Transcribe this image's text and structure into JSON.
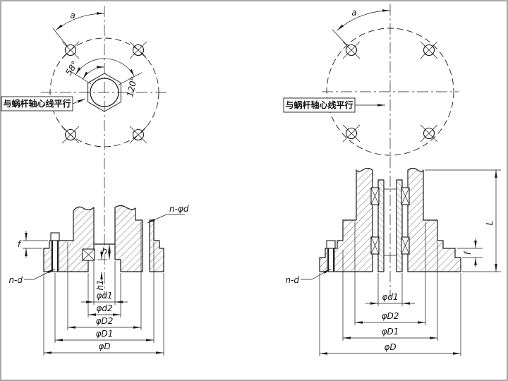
{
  "colors": {
    "ink": "#1a1a1a",
    "background": "#ffffff"
  },
  "views": {
    "top_left": {
      "dim_a": "a",
      "angle_small": "58°",
      "angle_large": "120°",
      "note": "与蜗杆轴心线平行"
    },
    "top_right": {
      "dim_a": "a",
      "note": "与蜗杆轴心线平行"
    },
    "section_left": {
      "hole_callout": "n-φd",
      "stud_callout": "n-d",
      "dim_f": "f",
      "dim_h": "h",
      "dim_h1": "h1",
      "dia_d1": "φd1",
      "dia_d2": "φd2",
      "dia_D2": "φD2",
      "dia_D1": "φD1",
      "dia_D": "φD"
    },
    "section_right": {
      "stud_callout": "n-d",
      "dim_f": "f",
      "dim_L": "L",
      "dia_d1": "φd1",
      "dia_D2": "φD2",
      "dia_D1": "φD1",
      "dia_D": "φD"
    }
  }
}
